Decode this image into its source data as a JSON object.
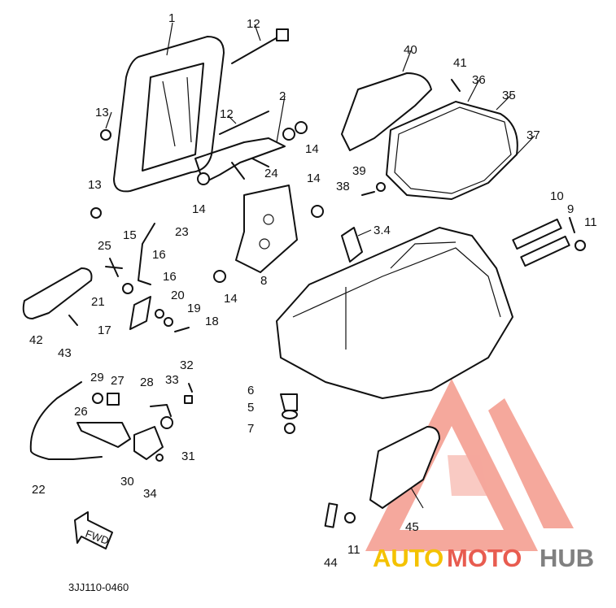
{
  "diagram": {
    "drawing_code": "3JJ110-0460",
    "direction_marker": "FWD",
    "callouts": [
      "1",
      "12",
      "12",
      "13",
      "13",
      "2",
      "14",
      "14",
      "24",
      "14",
      "14",
      "23",
      "25",
      "16",
      "15",
      "16",
      "21",
      "20",
      "19",
      "18",
      "17",
      "42",
      "43",
      "8",
      "3.4",
      "40",
      "41",
      "36",
      "35",
      "37",
      "39",
      "38",
      "10",
      "9",
      "11",
      "6",
      "5",
      "7",
      "29",
      "27",
      "28",
      "32",
      "33",
      "26",
      "31",
      "30",
      "34",
      "22",
      "44",
      "11",
      "45"
    ]
  },
  "watermark": {
    "brand_part1": "AUTO",
    "brand_part2": "MOTO",
    "brand_part3": "HUB",
    "colors": {
      "auto": "#f4c200",
      "moto": "#e85c50",
      "hub": "#808080",
      "triangle": "#f28b7c"
    }
  }
}
